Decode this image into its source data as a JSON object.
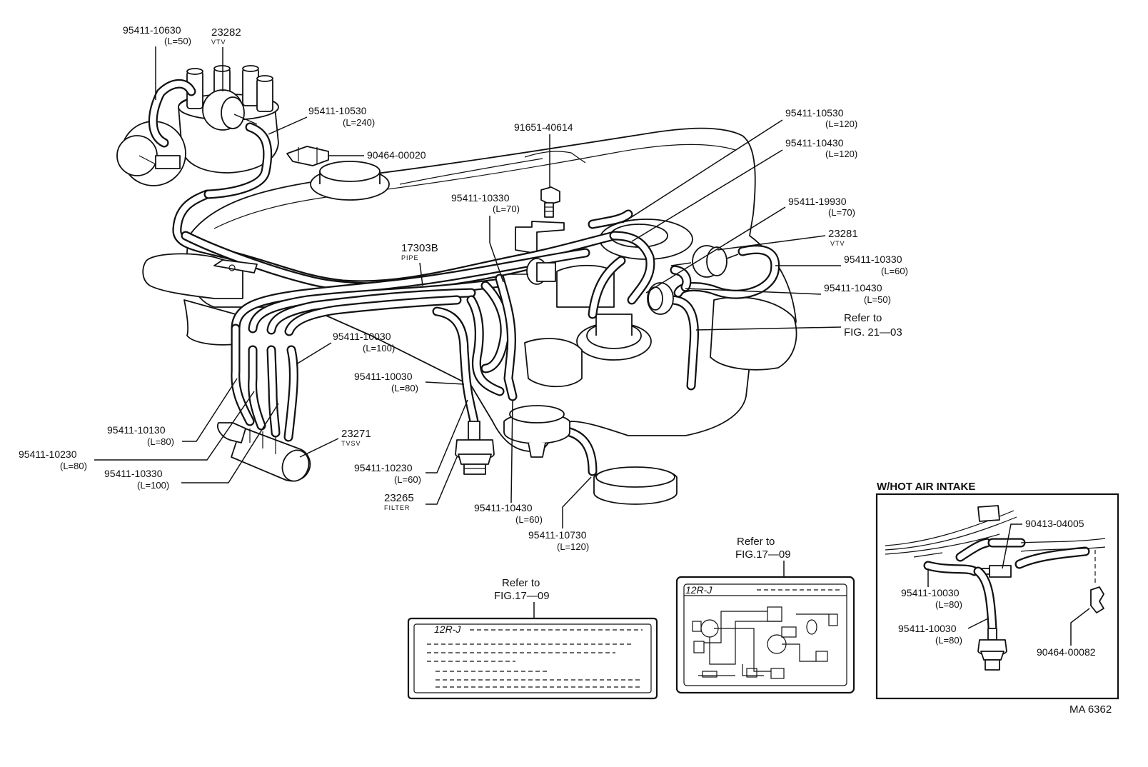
{
  "callouts": {
    "c95411_10630": {
      "part": "95411-10630",
      "len": "(L=50)"
    },
    "c23282": {
      "part": "23282",
      "desc": "VTV"
    },
    "c95411_10530a": {
      "part": "95411-10530",
      "len": "(L=240)"
    },
    "c90464_00020": {
      "part": "90464-00020"
    },
    "c91651_40614": {
      "part": "91651-40614"
    },
    "c95411_10530b": {
      "part": "95411-10530",
      "len": "(L=120)"
    },
    "c95411_10430a": {
      "part": "95411-10430",
      "len": "(L=120)"
    },
    "c95411_10330a": {
      "part": "95411-10330",
      "len": "(L=70)"
    },
    "c95411_19930": {
      "part": "95411-19930",
      "len": "(L=70)"
    },
    "c17303b": {
      "part": "17303B",
      "desc": "PIPE"
    },
    "c23281": {
      "part": "23281",
      "desc": "VTV"
    },
    "c95411_10330b": {
      "part": "95411-10330",
      "len": "(L=60)"
    },
    "c95411_10430b": {
      "part": "95411-10430",
      "len": "(L=50)"
    },
    "cRefer2103": {
      "line1": "Refer to",
      "line2": "FIG. 21—03"
    },
    "c95411_10030a": {
      "part": "95411-10030",
      "len": "(L=100)"
    },
    "c95411_10030b": {
      "part": "95411-10030",
      "len": "(L=80)"
    },
    "c95411_10130": {
      "part": "95411-10130",
      "len": "(L=80)"
    },
    "c95411_10230a": {
      "part": "95411-10230",
      "len": "(L=80)"
    },
    "c23271": {
      "part": "23271",
      "desc": "TVSV"
    },
    "c95411_10330c": {
      "part": "95411-10330",
      "len": "(L=100)"
    },
    "c95411_10230b": {
      "part": "95411-10230",
      "len": "(L=60)"
    },
    "c23265": {
      "part": "23265",
      "desc": "FILTER"
    },
    "c95411_10430c": {
      "part": "95411-10430",
      "len": "(L=60)"
    },
    "c95411_10730": {
      "part": "95411-10730",
      "len": "(L=120)"
    }
  },
  "labels": {
    "label_a": {
      "refer1": "Refer to",
      "refer2": "FIG.17—09",
      "code": "12R-J"
    },
    "label_b": {
      "refer1": "Refer to",
      "refer2": "FIG.17—09",
      "code": "12R-J"
    }
  },
  "inset": {
    "title": "W/HOT AIR INTAKE",
    "c90413_04005": {
      "part": "90413-04005"
    },
    "c95411_10030a": {
      "part": "95411-10030",
      "len": "(L=80)"
    },
    "c95411_10030b": {
      "part": "95411-10030",
      "len": "(L=80)"
    },
    "c90464_00082": {
      "part": "90464-00082"
    }
  },
  "figure_code": "MA  6362"
}
